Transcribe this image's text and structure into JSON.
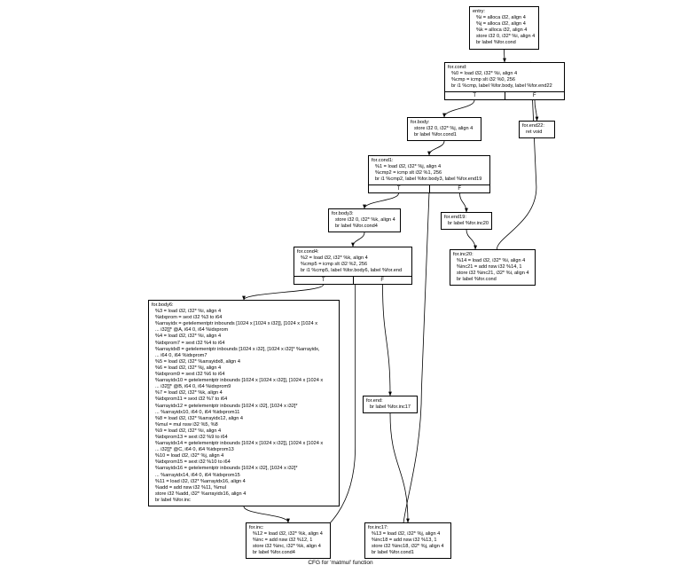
{
  "caption": "CFG for 'matmul' function",
  "nodes": {
    "entry": {
      "label": "entry:",
      "lines": [
        "%i = alloca i32, align 4",
        "%j = alloca i32, align 4",
        "%k = alloca i32, align 4",
        "store i32 0, i32* %i, align 4",
        "br label %for.cond"
      ]
    },
    "for_cond": {
      "label": "for.cond:",
      "lines": [
        "%0 = load i32, i32* %i, align 4",
        "%cmp = icmp slt i32 %0, 256",
        "br i1 %cmp, label %for.body, label %for.end22"
      ],
      "branches": [
        "T",
        "F"
      ]
    },
    "for_body": {
      "label": "for.body:",
      "lines": [
        "store i32 0, i32* %j, align 4",
        "br label %for.cond1"
      ]
    },
    "for_end22": {
      "label": "for.end22:",
      "lines": [
        "ret void"
      ]
    },
    "for_cond1": {
      "label": "for.cond1:",
      "lines": [
        "%1 = load i32, i32* %j, align 4",
        "%cmp2 = icmp slt i32 %1, 256",
        "br i1 %cmp2, label %for.body3, label %for.end19"
      ],
      "branches": [
        "T",
        "F"
      ]
    },
    "for_body3": {
      "label": "for.body3:",
      "lines": [
        "store i32 0, i32* %k, align 4",
        "br label %for.cond4"
      ]
    },
    "for_end19": {
      "label": "for.end19:",
      "lines": [
        "br label %for.inc20"
      ]
    },
    "for_inc20": {
      "label": "for.inc20:",
      "lines": [
        "%14 = load i32, i32* %i, align 4",
        "%inc21 = add nsw i32 %14, 1",
        "store i32 %inc21, i32* %i, align 4",
        "br label %for.cond"
      ]
    },
    "for_cond4": {
      "label": "for.cond4:",
      "lines": [
        "%2 = load i32, i32* %k, align 4",
        "%cmp5 = icmp slt i32 %2, 256",
        "br i1 %cmp5, label %for.body6, label %for.end"
      ],
      "branches": [
        "T",
        "F"
      ]
    },
    "for_body6": {
      "label": "for.body6:",
      "lines": [
        "%3 = load i32, i32* %i, align 4",
        "%idxprom = sext i32 %3 to i64",
        "%arrayidx = getelementptr inbounds [1024 x [1024 x i32]], [1024 x [1024 x",
        "... i32]]* @A, i64 0, i64 %idxprom",
        "%4 = load i32, i32* %i, align 4",
        "%idxprom7 = sext i32 %4 to i64",
        "%arrayidx8 = getelementptr inbounds [1024 x i32], [1024 x i32]* %arrayidx,",
        "... i64 0, i64 %idxprom7",
        "%5 = load i32, i32* %arrayidx8, align 4",
        "%6 = load i32, i32* %j, align 4",
        "%idxprom9 = sext i32 %6 to i64",
        "%arrayidx10 = getelementptr inbounds [1024 x [1024 x i32]], [1024 x [1024 x",
        "... i32]]* @B, i64 0, i64 %idxprom9",
        "%7 = load i32, i32* %k, align 4",
        "%idxprom11 = sext i32 %7 to i64",
        "%arrayidx12 = getelementptr inbounds [1024 x i32], [1024 x i32]*",
        "... %arrayidx10, i64 0, i64 %idxprom11",
        "%8 = load i32, i32* %arrayidx12, align 4",
        "%mul = mul nsw i32 %5, %8",
        "%9 = load i32, i32* %i, align 4",
        "%idxprom13 = sext i32 %9 to i64",
        "%arrayidx14 = getelementptr inbounds [1024 x [1024 x i32]], [1024 x [1024 x",
        "... i32]]* @C, i64 0, i64 %idxprom13",
        "%10 = load i32, i32* %j, align 4",
        "%idxprom15 = sext i32 %10 to i64",
        "%arrayidx16 = getelementptr inbounds [1024 x i32], [1024 x i32]*",
        "... %arrayidx14, i64 0, i64 %idxprom15",
        "%11 = load i32, i32* %arrayidx16, align 4",
        "%add = add nsw i32 %11, %mul",
        "store i32 %add, i32* %arrayidx16, align 4",
        "br label %for.inc"
      ]
    },
    "for_end": {
      "label": "for.end:",
      "lines": [
        "br label %for.inc17"
      ]
    },
    "for_inc": {
      "label": "for.inc:",
      "lines": [
        "%12 = load i32, i32* %k, align 4",
        "%inc = add nsw i32 %12, 1",
        "store i32 %inc, i32* %k, align 4",
        "br label %for.cond4"
      ]
    },
    "for_inc17": {
      "label": "for.inc17:",
      "lines": [
        "%13 = load i32, i32* %j, align 4",
        "%inc18 = add nsw i32 %13, 1",
        "store i32 %inc18, i32* %j, align 4",
        "br label %for.cond1"
      ]
    }
  },
  "edges": [
    {
      "from": "entry",
      "to": "for_cond"
    },
    {
      "from": "for_cond",
      "port": "T",
      "to": "for_body"
    },
    {
      "from": "for_cond",
      "port": "F",
      "to": "for_end22"
    },
    {
      "from": "for_body",
      "to": "for_cond1"
    },
    {
      "from": "for_cond1",
      "port": "T",
      "to": "for_body3"
    },
    {
      "from": "for_cond1",
      "port": "F",
      "to": "for_end19"
    },
    {
      "from": "for_body3",
      "to": "for_cond4"
    },
    {
      "from": "for_end19",
      "to": "for_inc20"
    },
    {
      "from": "for_inc20",
      "to": "for_cond"
    },
    {
      "from": "for_cond4",
      "port": "T",
      "to": "for_body6"
    },
    {
      "from": "for_cond4",
      "port": "F",
      "to": "for_end"
    },
    {
      "from": "for_body6",
      "to": "for_inc"
    },
    {
      "from": "for_inc",
      "to": "for_cond4"
    },
    {
      "from": "for_end",
      "to": "for_inc17"
    },
    {
      "from": "for_inc17",
      "to": "for_cond1"
    }
  ]
}
